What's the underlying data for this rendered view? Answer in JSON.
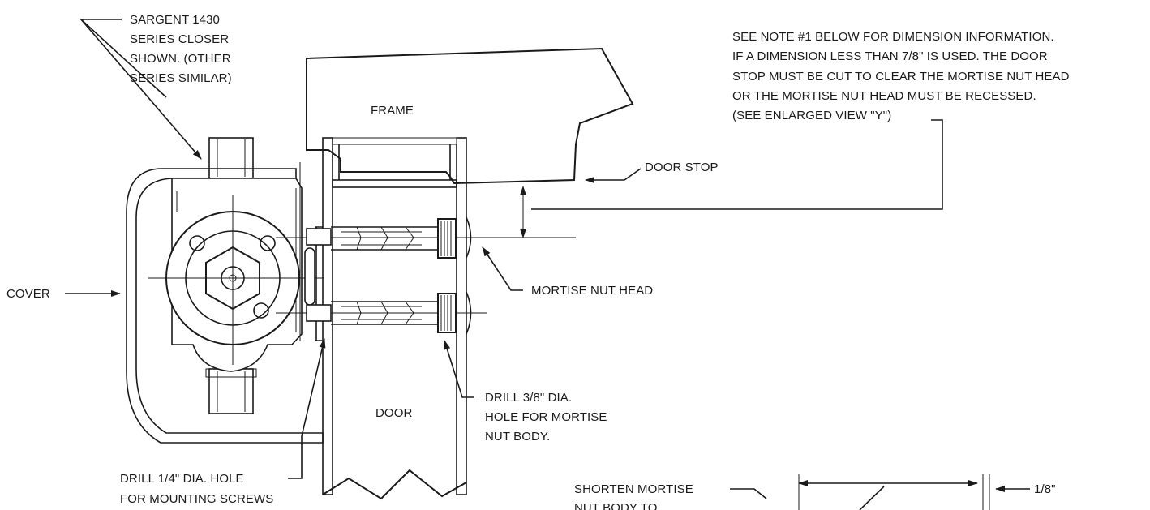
{
  "labels": {
    "closer_note": [
      "SARGENT 1430",
      "SERIES CLOSER",
      "SHOWN. (OTHER",
      "SERIES SIMILAR)"
    ],
    "dimension_note": [
      "SEE NOTE #1 BELOW FOR DIMENSION INFORMATION.",
      "IF A DIMENSION LESS THAN 7/8\" IS USED. THE DOOR",
      "STOP MUST BE CUT TO CLEAR THE MORTISE NUT HEAD",
      "OR THE MORTISE NUT HEAD MUST BE RECESSED.",
      "(SEE ENLARGED VIEW \"Y\")"
    ],
    "frame": "FRAME",
    "door_stop": "DOOR STOP",
    "cover": "COVER",
    "mortise_nut_head": "MORTISE NUT HEAD",
    "drill_38": [
      "DRILL 3/8\" DIA.",
      "HOLE FOR MORTISE",
      "NUT BODY."
    ],
    "door": "DOOR",
    "drill_14": [
      "DRILL 1/4\" DIA. HOLE",
      "FOR MOUNTING SCREWS"
    ],
    "shorten": [
      "SHORTEN MORTISE",
      "NUT BODY TO"
    ],
    "eighth": "1/8\""
  }
}
